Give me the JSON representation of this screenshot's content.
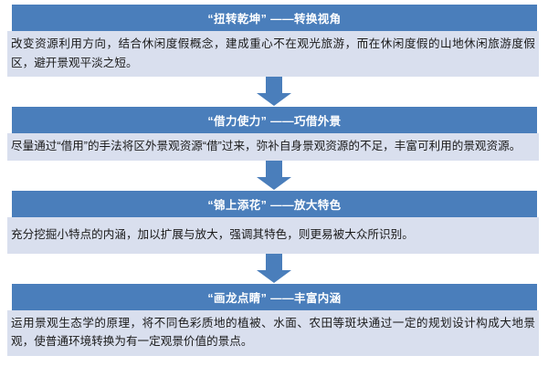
{
  "diagram": {
    "title_semantic": "landscape-planning-strategy-flow",
    "colors": {
      "header_bg": "#4a7ebb",
      "header_text": "#ffffff",
      "body_bg": "#d9dfee",
      "body_text": "#1a1a1a",
      "arrow_fill": "#4a7ebb",
      "page_bg": "#ffffff"
    },
    "arrow_icon_name": "down-arrow-icon",
    "steps": [
      {
        "id": "step-1",
        "header": "“扭转乾坤” ——转换视角",
        "body": "改变资源利用方向，结合休闲度假概念，建成重心不在观光旅游，而在休闲度假的山地休闲旅游度假区，避开景观平淡之短。"
      },
      {
        "id": "step-2",
        "header": "“借力使力” ——巧借外景",
        "body": "尽量通过“借用”的手法将区外景观资源“借”过来，弥补自身景观资源的不足，丰富可利用的景观资源。"
      },
      {
        "id": "step-3",
        "header": "“锦上添花” ——放大特色",
        "body": "充分挖掘小特点的内涵，加以扩展与放大，强调其特色，则更易被大众所识别。"
      },
      {
        "id": "step-4",
        "header": "“画龙点睛” ——丰富内涵",
        "body": "运用景观生态学的原理，将不同色彩质地的植被、水面、农田等斑块通过一定的规划设计构成大地景观，使普通环境转换为有一定观景价值的景点。"
      }
    ],
    "connectors": [
      {
        "id": "connector-1",
        "from": "step-1",
        "to": "step-2"
      },
      {
        "id": "connector-2",
        "from": "step-2",
        "to": "step-3"
      },
      {
        "id": "connector-3",
        "from": "step-3",
        "to": "step-4"
      }
    ]
  }
}
